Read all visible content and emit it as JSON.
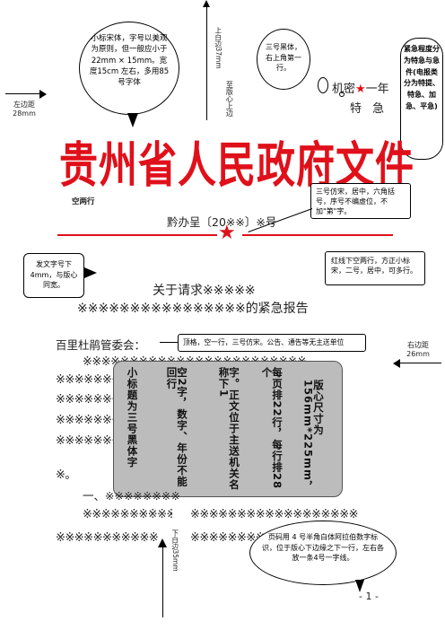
{
  "header": {
    "title": "贵州省人民政府文件",
    "doc_number": "黔办呈〔20※※〕※号",
    "secret": "机密",
    "secret_term": "一年",
    "urgency": "特 急",
    "star": "★"
  },
  "body": {
    "subject_line1": "关于请求※※※※※",
    "subject_line2": "※※※※※※※※※※※※※※※※的紧急报告",
    "addressee": "百里杜鹃管委会：",
    "para_indent": "※※※※※※※※※※※※※※※※※※※※※※※※",
    "para_full": "※※※※※※※※※※※※※※※※※※※※※※※※※※※※※※",
    "para_end": "※。",
    "heading1": "一、※※※※※※※※",
    "line_a": "※※※※※※※※※※",
    "line_b": "※※※※※※※※※※※※※※※※※※",
    "line_c": "※※※※※※※※※※※",
    "line_d": "※※※※※※※※※※※※※※※※",
    "page_num": "- 1 -"
  },
  "annotations": {
    "left_margin": "左边距\n28mm",
    "right_margin": "右边距\n26mm",
    "subtitle_font": "小标宋体，字号以美观为原则，但一般应小于22mm × 15mm。宽度15cm 左右，多用85号字体",
    "top_margin_vertical": "上白边37mm",
    "to_core_top": "至版心上边",
    "num_font": "三号黑体，右上角第一行。",
    "urgency_note": "紧急程度分为特急与急件(电报类分为特提、特急、加急、平急)",
    "blank_two": "空两行",
    "number_note": "三号仿宋，居中，六角括号，序号不编虚位，不加\"第\"字。",
    "red_line_note": "红线下空两行，方正小标宋，二号，居中，可多行。",
    "issuer_note": "发文字号下4mm，与版心同宽。",
    "addressee_note": "顶格，空一行，三号仿宋。公告、通告等无主送单位",
    "page_note": "页码用 4 号半角白体阿拉伯数字标识，位于版心下边缘之下一行，左右各放一条4号一字线。",
    "bottom_vertical": "下白边35mm"
  },
  "note_scroll": {
    "cols": [
      "版心尺寸为156mm*225mm，",
      "每页排22行，每行排28个",
      "字。正文位于主送机关名称下1",
      "空2字，数字、年份不能回行",
      "小标题为三号黑体字"
    ]
  },
  "colors": {
    "red": "#e0101a",
    "note_bg": "#bcbcbc"
  }
}
